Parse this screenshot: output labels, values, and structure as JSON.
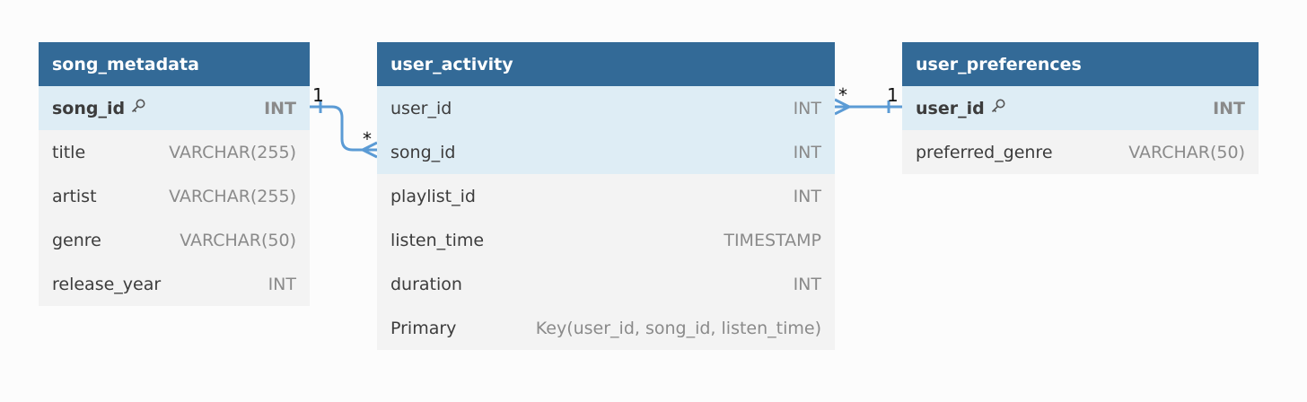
{
  "tables": [
    {
      "name": "song_metadata",
      "columns": [
        {
          "name": "song_id",
          "type": "INT",
          "pk": true,
          "highlight": true
        },
        {
          "name": "title",
          "type": "VARCHAR(255)"
        },
        {
          "name": "artist",
          "type": "VARCHAR(255)"
        },
        {
          "name": "genre",
          "type": "VARCHAR(50)"
        },
        {
          "name": "release_year",
          "type": "INT"
        }
      ]
    },
    {
      "name": "user_activity",
      "columns": [
        {
          "name": "user_id",
          "type": "INT",
          "highlight": true
        },
        {
          "name": "song_id",
          "type": "INT",
          "highlight": true
        },
        {
          "name": "playlist_id",
          "type": "INT"
        },
        {
          "name": "listen_time",
          "type": "TIMESTAMP"
        },
        {
          "name": "duration",
          "type": "INT"
        },
        {
          "name": "Primary",
          "type": "Key(user_id, song_id, listen_time)"
        }
      ]
    },
    {
      "name": "user_preferences",
      "columns": [
        {
          "name": "user_id",
          "type": "INT",
          "pk": true,
          "highlight": true
        },
        {
          "name": "preferred_genre",
          "type": "VARCHAR(50)"
        }
      ]
    }
  ],
  "relations": [
    {
      "from": "song_metadata.song_id",
      "to": "user_activity.song_id",
      "from_card": "1",
      "to_card": "*"
    },
    {
      "from": "user_preferences.user_id",
      "to": "user_activity.user_id",
      "from_card": "1",
      "to_card": "*"
    }
  ],
  "colors": {
    "header": "#336a97",
    "highlight_row": "#deedf5",
    "row": "#f3f3f3",
    "connector": "#5b9bd5"
  }
}
